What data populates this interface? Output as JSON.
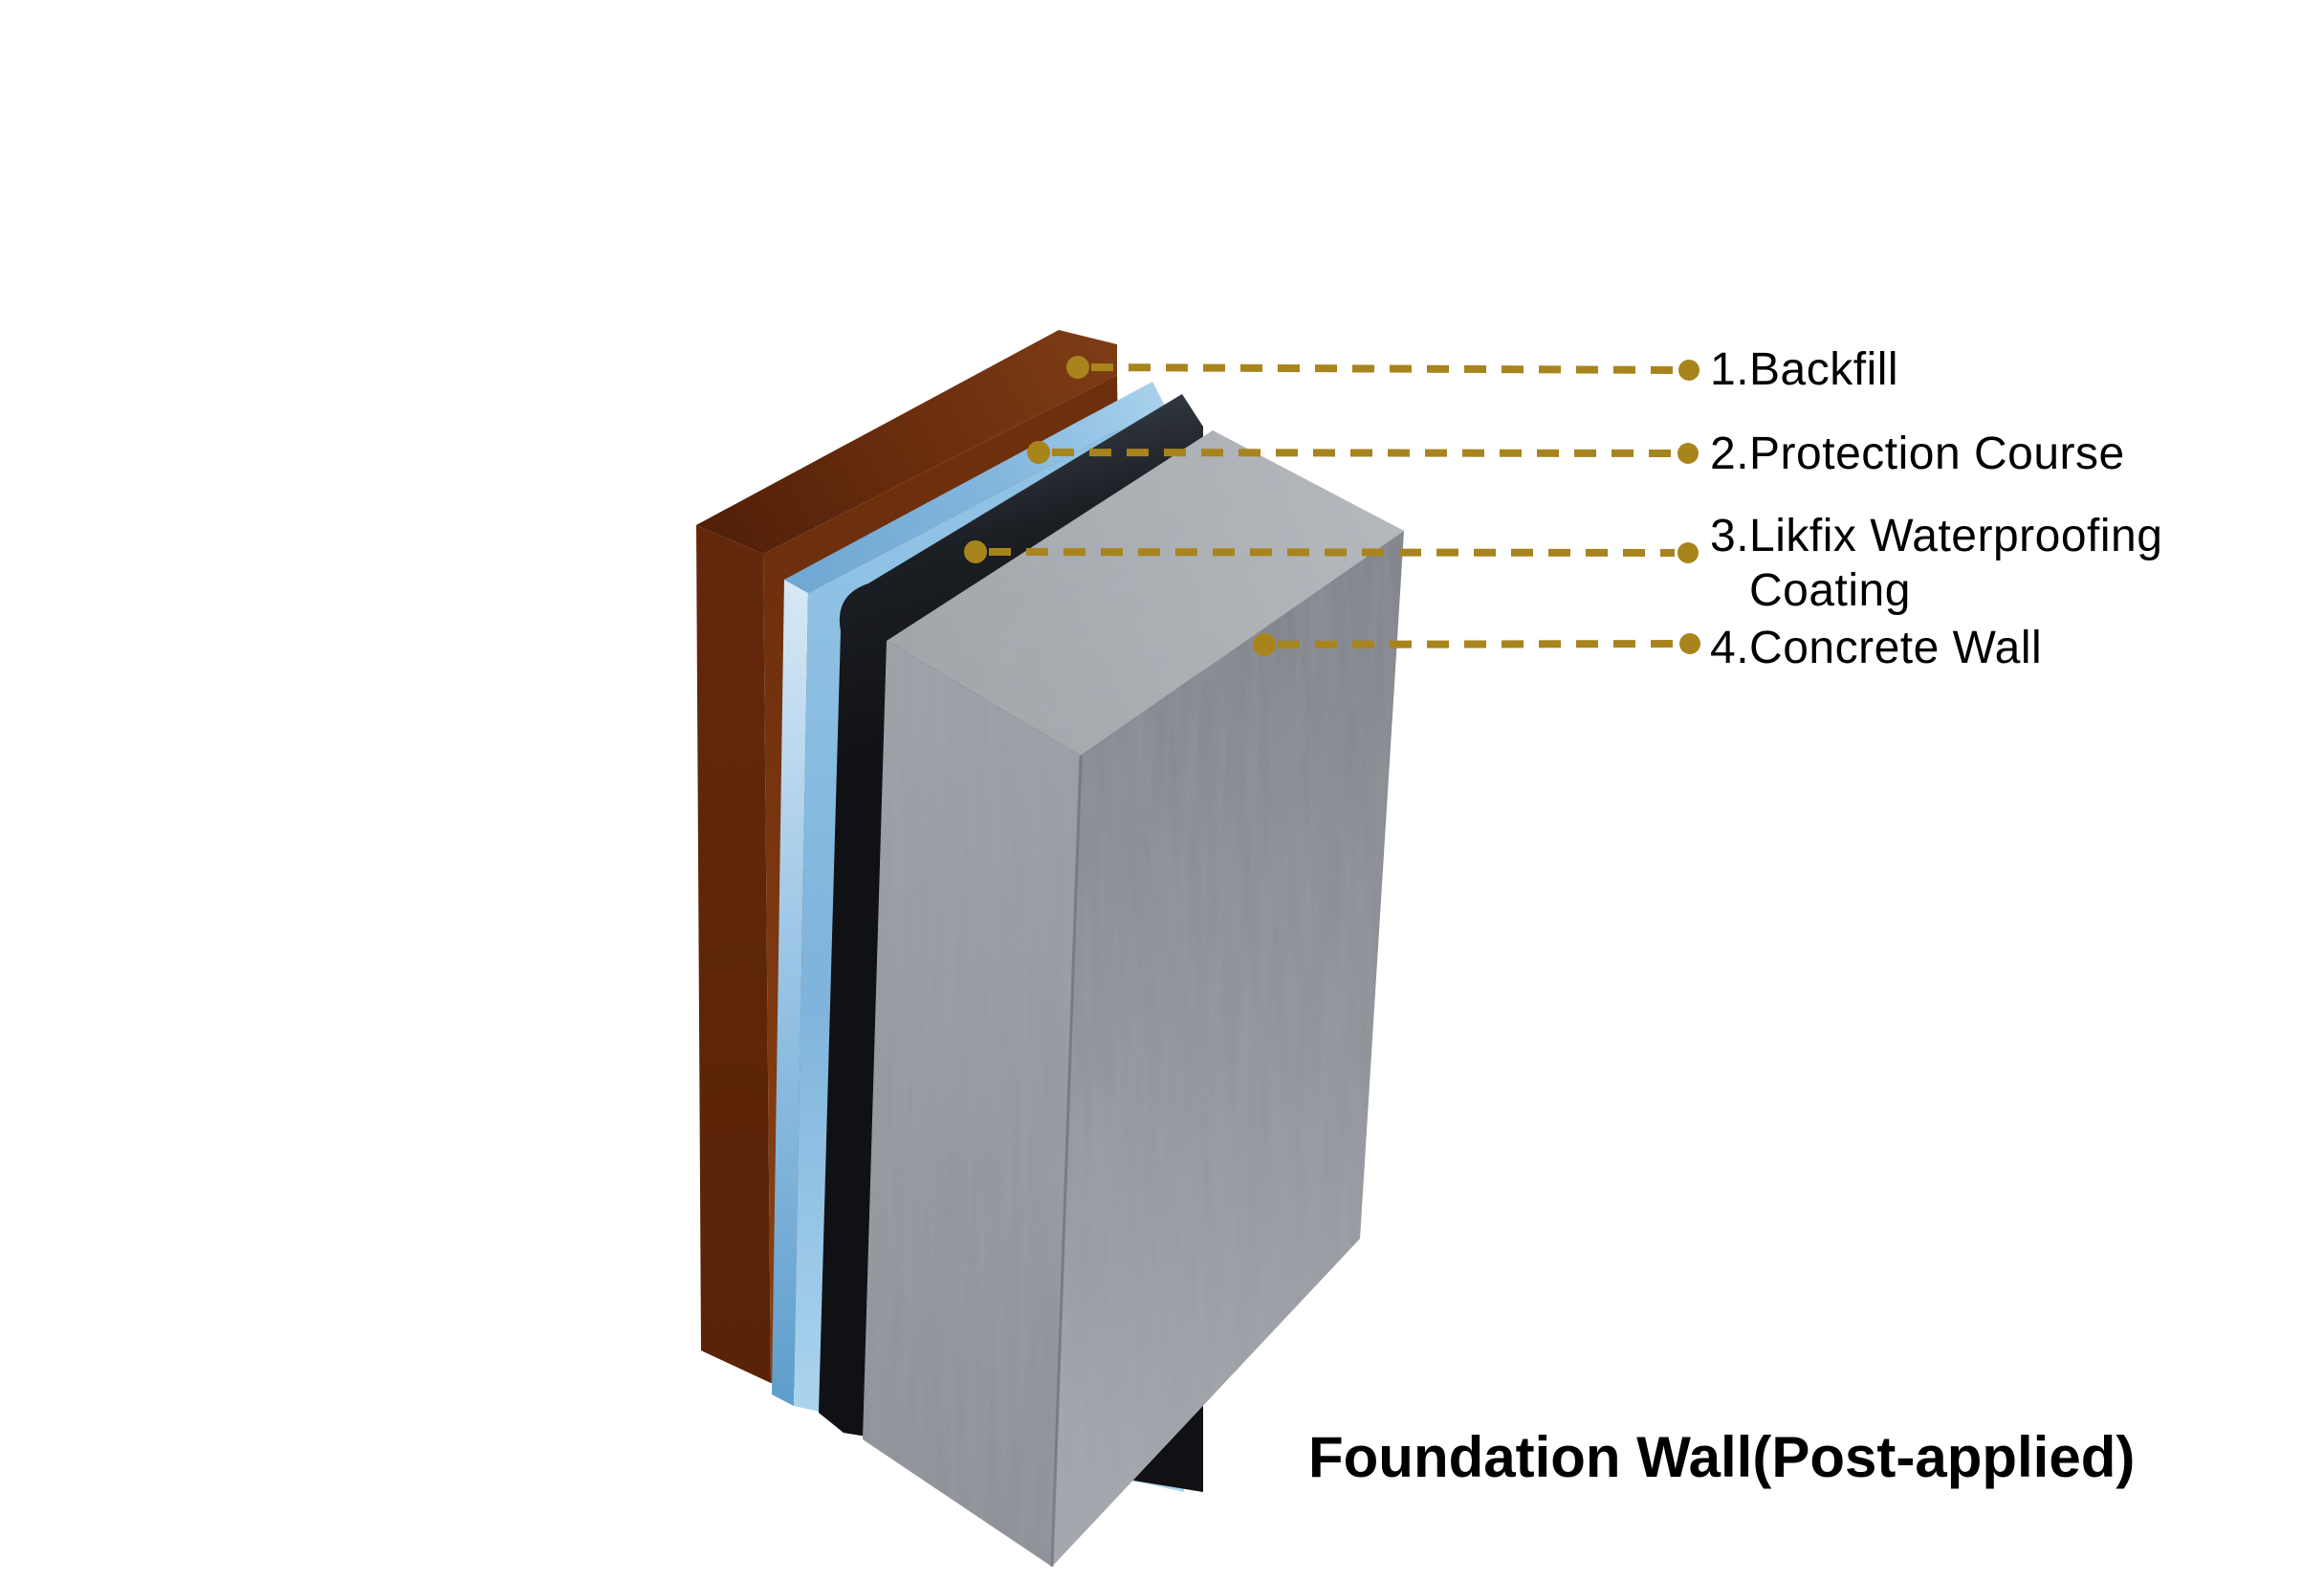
{
  "diagram": {
    "title": "Foundation Wall(Post-applied)",
    "labels": [
      {
        "text": "1.Backfill"
      },
      {
        "text": "2.Protection Course"
      },
      {
        "text": "3.Likfix Waterproofing",
        "text_line2": "Coating"
      },
      {
        "text": "4.Concrete Wall"
      }
    ],
    "layer_names": [
      "Backfill",
      "Protection Course",
      "Likfix Waterproofing Coating",
      "Concrete Wall"
    ],
    "colors": {
      "background": "#FFFFFF",
      "text": "#000000",
      "leader_line": "#A8841C",
      "backfill_dark": "#53200A",
      "backfill_main": "#7E3D15",
      "protection_light": "#D8E9F6",
      "protection_main": "#79AFD8",
      "waterproofing_main": "#15171A",
      "concrete_top": "#A9ADB2",
      "concrete_front": "#94989E",
      "concrete_right": "#8A8E94"
    }
  }
}
